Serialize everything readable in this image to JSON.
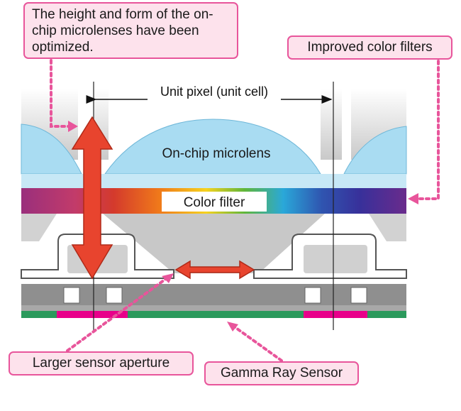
{
  "callouts": {
    "microlens": "The height and form of the on-chip microlenses have been optimized.",
    "filters": "Improved color filters",
    "aperture": "Larger sensor aperture",
    "gamma": "Gamma Ray Sensor"
  },
  "labels": {
    "unit_pixel": "Unit pixel (unit cell)",
    "microlens": "On-chip microlens",
    "color_filter": "Color filter"
  },
  "colors": {
    "callout_border": "#e8559b",
    "callout_fill": "#fde2ec",
    "arrow_red": "#e8442e",
    "microlens_blue": "#a9dcf2",
    "photodiode_pink": "#e8008a",
    "substrate_green": "#2b9a5c"
  }
}
